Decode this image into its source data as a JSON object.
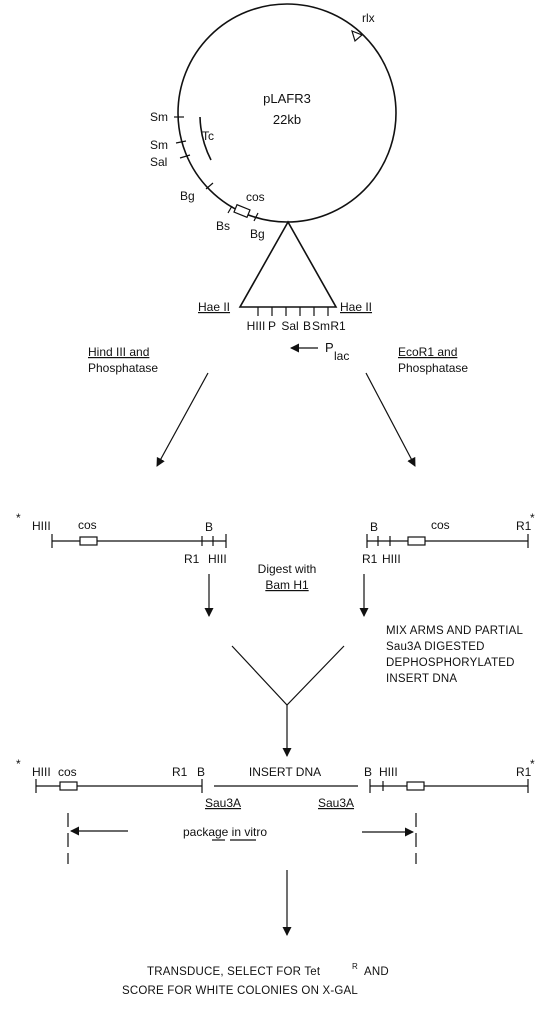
{
  "plasmid": {
    "name": "pLAFR3",
    "size": "22kb",
    "rlx": "rlx",
    "tc": "Tc",
    "cos": "cos",
    "sites": {
      "sm1": "Sm",
      "sm2": "Sm",
      "sal": "Sal",
      "bg1": "Bg",
      "bs": "Bs",
      "bg2": "Bg"
    }
  },
  "polylinker": {
    "hae_left": "Hae II",
    "hae_right": "Hae II",
    "sites": [
      "HIII",
      "P",
      "Sal",
      "B",
      "Sm",
      "R1"
    ],
    "promoter": "P",
    "promoter_sub": "lac"
  },
  "left_branch": {
    "enzyme": "Hind III and",
    "step2": "Phosphatase"
  },
  "right_branch": {
    "enzyme": "EcoR1 and",
    "step2": "Phosphatase"
  },
  "left_arm": {
    "star": "*",
    "hiii": "HIII",
    "cos": "cos",
    "b": "B",
    "r1": "R1",
    "hiii2": "HIII"
  },
  "right_arm": {
    "star": "*",
    "b": "B",
    "r1": "R1",
    "hiii": "HIII",
    "cos": "cos",
    "r1_end": "R1"
  },
  "digest": {
    "line1": "Digest with",
    "line2": "Bam H1"
  },
  "mix_note": [
    "MIX ARMS AND PARTIAL",
    "Sau3A DIGESTED",
    "DEPHOSPHORYLATED",
    "INSERT DNA"
  ],
  "ligation": {
    "star_left": "*",
    "hiii": "HIII",
    "cos": "cos",
    "r1": "R1",
    "b": "B",
    "insert": "INSERT DNA",
    "sau_left": "Sau3A",
    "sau_right": "Sau3A",
    "b2": "B",
    "hiii2": "HIII",
    "r1_end": "R1",
    "star_right": "*"
  },
  "package": {
    "text": "package in vitro"
  },
  "final": {
    "line1": "TRANSDUCE, SELECT FOR Tet",
    "sup": "R",
    "line1_end": "AND",
    "line2": "SCORE FOR WHITE COLONIES ON X-GAL"
  }
}
